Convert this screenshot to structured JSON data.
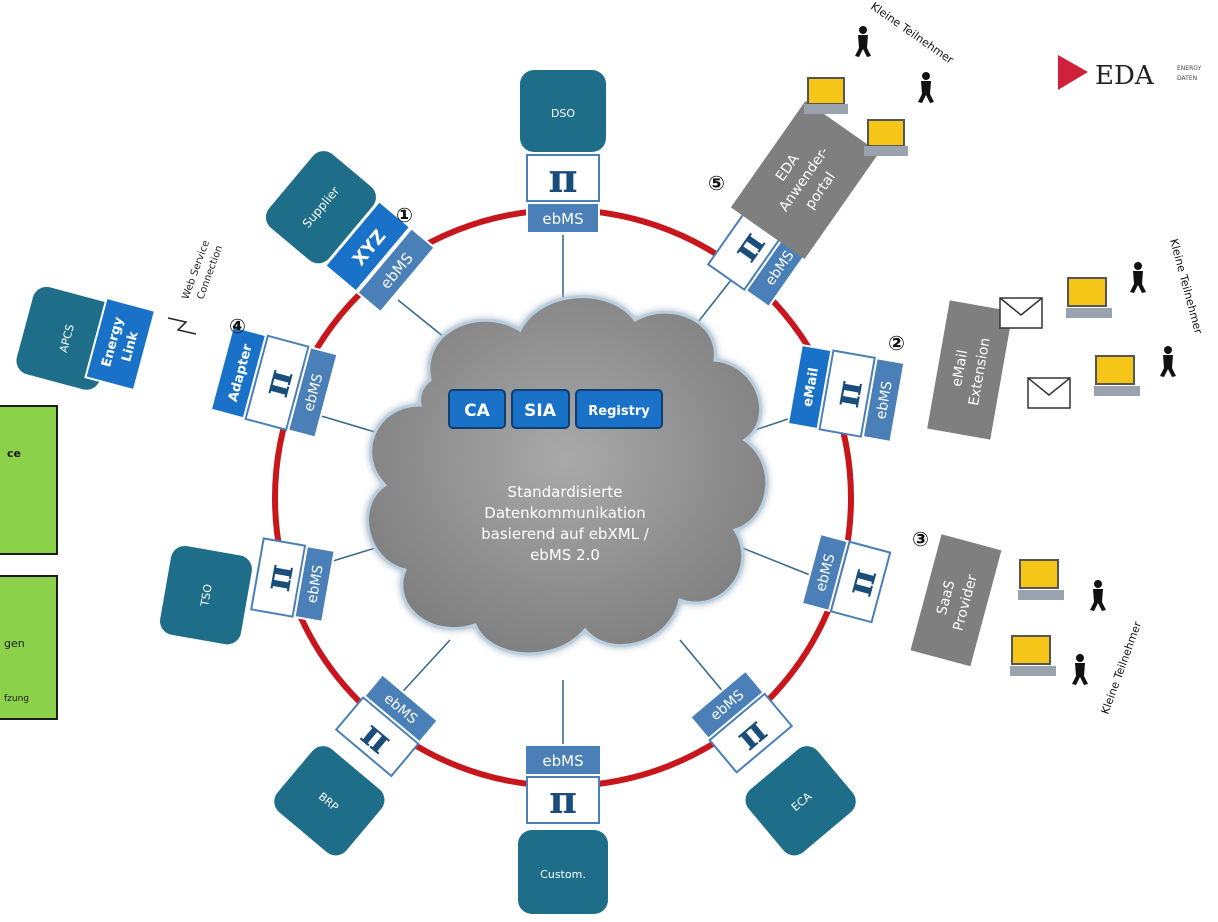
{
  "title_logo": {
    "brand": "EDA",
    "tagline_1": "ENERGY",
    "tagline_2": "DATEN"
  },
  "cloud": {
    "services": [
      "CA",
      "SIA",
      "Registry"
    ],
    "text_lines": [
      "Standardisierte",
      "Datenkommunikation",
      "basierend auf ebXML /",
      "ebMS 2.0"
    ]
  },
  "symbols": {
    "pi": "π",
    "ebms": "ebMS"
  },
  "nodes": {
    "dso": "DSO",
    "supplier": "Supplier",
    "xyz": "XYZ",
    "apcs": "APCS",
    "energy_link_1": "Energy",
    "energy_link_2": "Link",
    "adapter": "Adapter",
    "tso": "TSO",
    "brp": "BRP",
    "customer": "Custom.",
    "eca": "ECA",
    "email": "eMail"
  },
  "markers": {
    "m1": "①",
    "m2": "②",
    "m3": "③",
    "m4": "④",
    "m5": "⑤"
  },
  "web_service": {
    "line1": "Web Service",
    "line2": "Connection"
  },
  "portal": {
    "line1": "EDA",
    "line2": "Anwender-",
    "line3": "portal"
  },
  "email_ext": {
    "line1": "eMail",
    "line2": "Extension"
  },
  "saas": {
    "line1": "SaaS",
    "line2": "Provider"
  },
  "small_participants": {
    "portal": "Kleine Teilnehmer",
    "email": "Kleine Teilnehmer",
    "saas": "Kleine Teilnehmer"
  },
  "left_boxes": {
    "box1_text": "ce",
    "box2_text_1": "gen",
    "box2_text_2": "fzung"
  },
  "colors": {
    "teal": "#1e6e8a",
    "ring": "#c8161d",
    "ebms_fill": "#4a7fb8",
    "blue_box": "#1a72c8",
    "grey_box": "#7f7f7f",
    "green_box": "#8bd14a",
    "cloud": "#8f8f8f",
    "logo_red": "#d0213a"
  }
}
